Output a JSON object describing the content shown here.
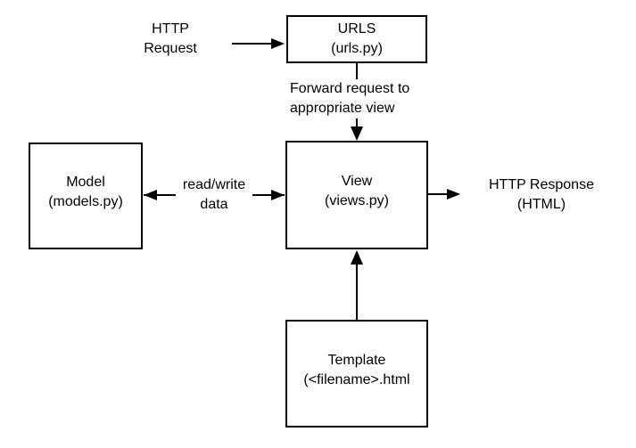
{
  "colors": {
    "background": "#ffffff",
    "line": "#000000",
    "text": "#000000"
  },
  "nodes": {
    "urls": {
      "title": "URLS",
      "subtitle": "(urls.py)"
    },
    "model": {
      "title": "Model",
      "subtitle": "(models.py)"
    },
    "view": {
      "title": "View",
      "subtitle": "(views.py)"
    },
    "template": {
      "title": "Template",
      "subtitle": "(<filename>.html"
    }
  },
  "labels": {
    "http_request": {
      "line1": "HTTP",
      "line2": "Request"
    },
    "forward_request": {
      "line1": "Forward request to",
      "line2": "appropriate view"
    },
    "read_write": {
      "line1": "read/write",
      "line2": "data"
    },
    "http_response": {
      "line1": "HTTP Response",
      "line2": "(HTML)"
    }
  },
  "edges": [
    {
      "from": "http-request",
      "to": "urls",
      "direction": "right",
      "label": ""
    },
    {
      "from": "urls",
      "to": "view",
      "direction": "down",
      "label": "Forward request to appropriate view"
    },
    {
      "from": "model",
      "to": "view",
      "direction": "both",
      "label": "read/write data"
    },
    {
      "from": "view",
      "to": "http-response",
      "direction": "right",
      "label": ""
    },
    {
      "from": "template",
      "to": "view",
      "direction": "up",
      "label": ""
    }
  ]
}
